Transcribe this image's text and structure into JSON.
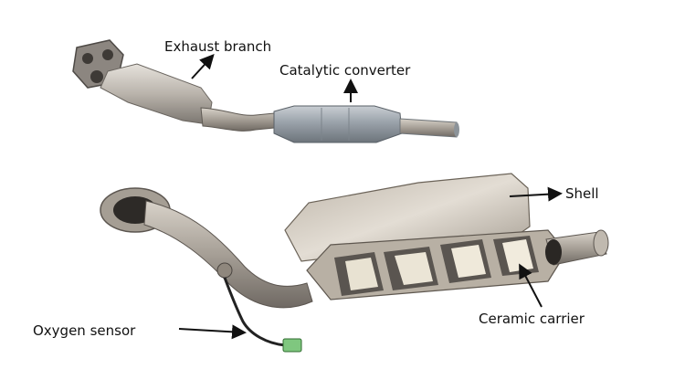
{
  "labels": {
    "exhaust_branch": "Exhaust branch",
    "catalytic_converter": "Catalytic converter",
    "shell": "Shell",
    "ceramic_carrier": "Ceramic carrier",
    "oxygen_sensor": "Oxygen sensor"
  },
  "colors": {
    "label_text": "#111111",
    "arrow": "#111111",
    "steel_light": "#d9d4cc",
    "steel_mid": "#b3ada5",
    "steel_dark": "#6e6a66",
    "ceramic": "#e8e2d2",
    "ceramic_mat": "#5a5550",
    "sensor_connector": "#7fc77f"
  }
}
